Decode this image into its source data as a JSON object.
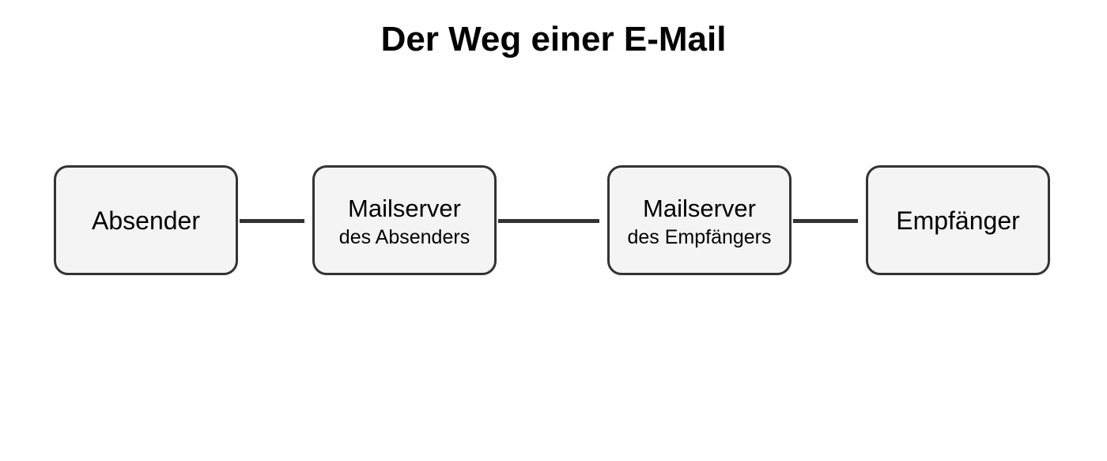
{
  "title": "Der Weg einer E-Mail",
  "nodes": [
    {
      "lines": [
        "Absender"
      ]
    },
    {
      "lines": [
        "Mailserver",
        "des Absenders"
      ]
    },
    {
      "lines": [
        "Mailserver",
        "des Empfängers"
      ]
    },
    {
      "lines": [
        "Empfänger"
      ]
    }
  ],
  "connectors": [
    {
      "from": "Absender",
      "to": "Mailserver des Absenders"
    },
    {
      "from": "Mailserver des Absenders",
      "to": "Mailserver des Empfängers"
    },
    {
      "from": "Mailserver des Empfängers",
      "to": "Empfänger"
    }
  ],
  "colors": {
    "box_fill": "#f4f4f4",
    "box_border": "#333333",
    "connector": "#333333",
    "text": "#000000"
  }
}
